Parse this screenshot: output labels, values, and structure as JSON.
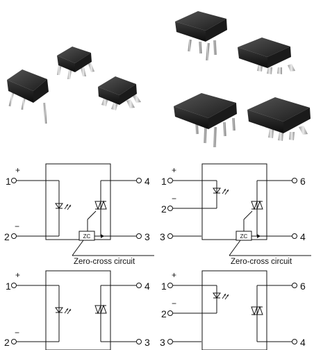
{
  "photos": [
    {
      "name": "optocoupler-4pin-dip-photo"
    },
    {
      "name": "optocoupler-4pin-smd-photo"
    },
    {
      "name": "optocoupler-4pin-smd-gullwing-photo"
    },
    {
      "name": "optocoupler-6pin-dip-photo"
    },
    {
      "name": "optocoupler-6pin-smd-photo"
    },
    {
      "name": "optocoupler-6pin-dip-large-photo"
    },
    {
      "name": "optocoupler-6pin-smd-large-photo"
    }
  ],
  "circuits": [
    {
      "id": "4pin-zero-cross",
      "pins": {
        "in_plus": "1",
        "in_minus": "2",
        "out_a": "4",
        "out_b": "3"
      },
      "plus": "+",
      "minus": "−",
      "zc_box": "ZC",
      "zc_label": "Zero-cross circuit"
    },
    {
      "id": "6pin-zero-cross",
      "pins": {
        "in_plus": "1",
        "in_minus": "2",
        "nc": "3",
        "out_a": "6",
        "out_b": "4"
      },
      "plus": "+",
      "minus": "−",
      "zc_box": "ZC",
      "zc_label": "Zero-cross circuit"
    },
    {
      "id": "4pin-basic",
      "pins": {
        "in_plus": "1",
        "in_minus": "2",
        "out_a": "4",
        "out_b": "3"
      },
      "plus": "+",
      "minus": "−"
    },
    {
      "id": "6pin-basic",
      "pins": {
        "in_plus": "1",
        "in_minus": "2",
        "nc": "3",
        "out_a": "6",
        "out_b": "4"
      },
      "plus": "+",
      "minus": "−"
    }
  ]
}
